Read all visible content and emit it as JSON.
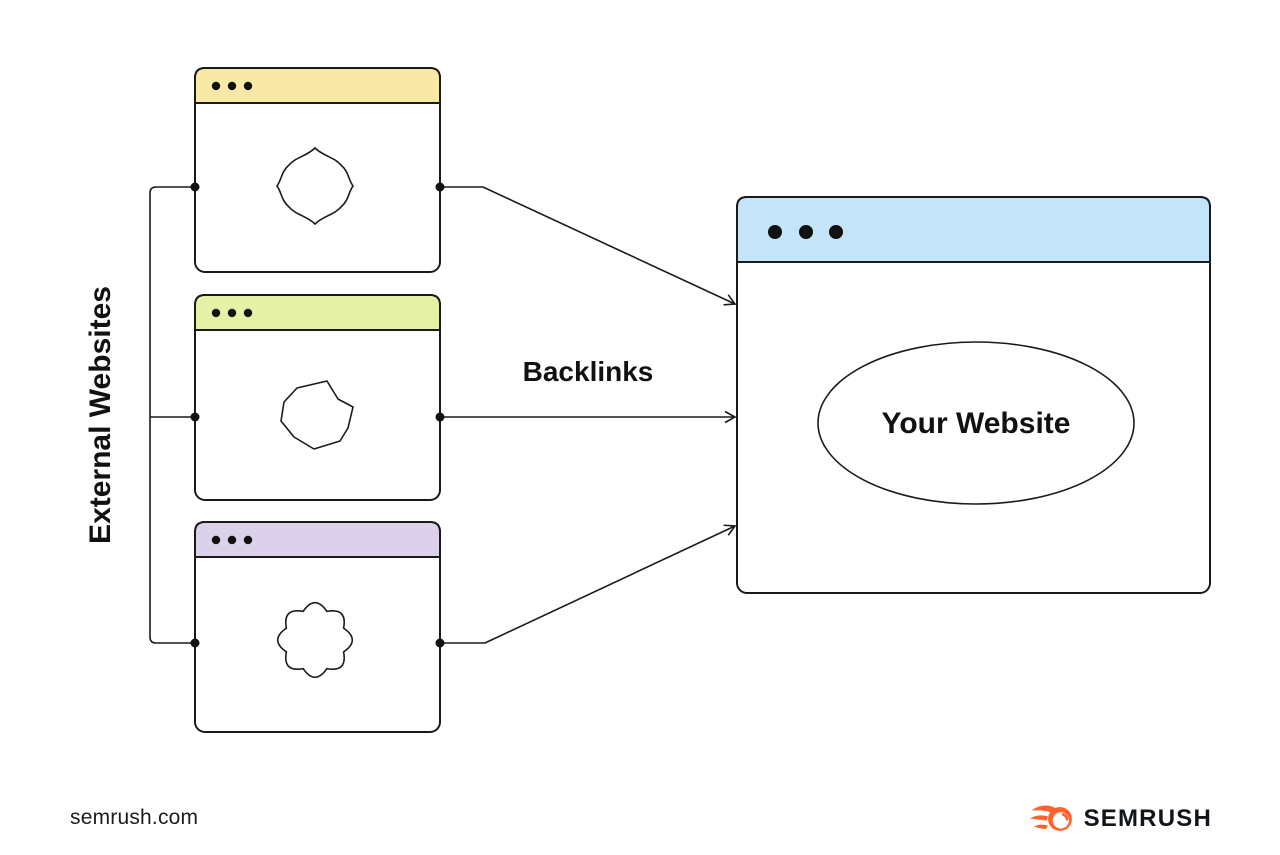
{
  "diagram": {
    "external_label": "External Websites",
    "backlinks_label": "Backlinks",
    "your_website_label": "Your Website",
    "external_windows": [
      {
        "id": "external-website-1",
        "titlebar_color": "#F8E9A7",
        "blob": "diamond-blob"
      },
      {
        "id": "external-website-2",
        "titlebar_color": "#E5F2A6",
        "blob": "jagged-blob"
      },
      {
        "id": "external-website-3",
        "titlebar_color": "#DBD1EB",
        "blob": "flower-blob"
      }
    ],
    "target_window": {
      "id": "your-website",
      "titlebar_color": "#C4E5F9"
    },
    "outline_color": "#1a1a1a"
  },
  "footer": {
    "site_text": "semrush.com",
    "brand_name": "SEMRUSH",
    "brand_color": "#FF642D"
  }
}
